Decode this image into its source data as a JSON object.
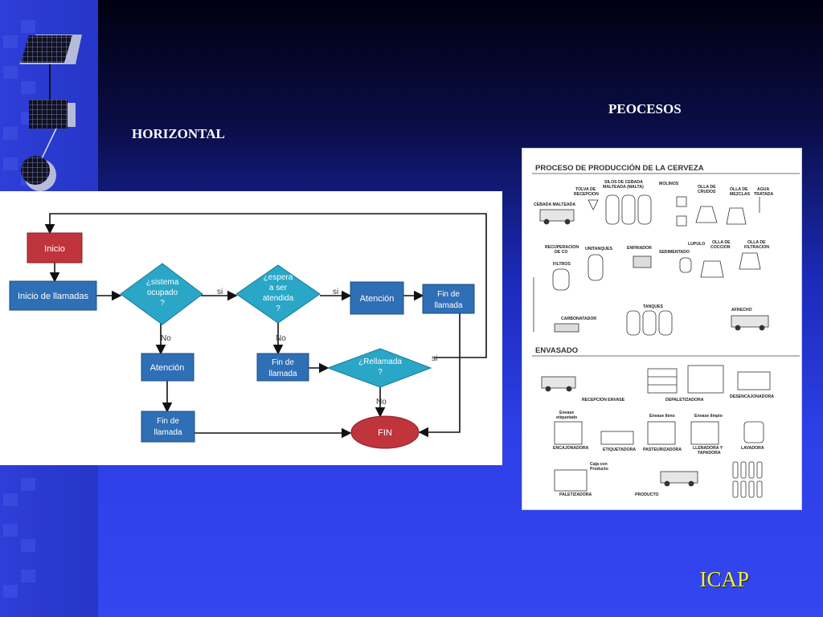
{
  "slide": {
    "title_left": "HORIZONTAL",
    "title_right": "PEOCESOS",
    "logo": "ICAP"
  },
  "flowchart": {
    "nodes": {
      "inicio": "Inicio",
      "inicio_llamadas": "Inicio de llamadas",
      "sistema_ocupado": [
        "¿sistema",
        "ocupado",
        "?"
      ],
      "espera_atendida": [
        "¿espera",
        "a ser",
        "atendida",
        "?"
      ],
      "atencion_top": "Atención",
      "fin_llamada_top": [
        "Fin de",
        "llamada"
      ],
      "atencion_left": "Atención",
      "fin_llamada_mid": [
        "Fin de",
        "llamada"
      ],
      "rellamada": [
        "¿Rellamada",
        "?"
      ],
      "fin_llamada_bottom": [
        "Fin de",
        "llamada"
      ],
      "fin": "FIN"
    },
    "edge_labels": {
      "si_1": "si",
      "si_2": "si",
      "si_3": "si",
      "no_1": "No",
      "no_2": "No",
      "no_3": "No"
    },
    "colors": {
      "red": "#c0343c",
      "blue": "#2f6fb5",
      "teal": "#2aa6c7"
    }
  },
  "process": {
    "header_production": "PROCESO DE PRODUCCIÓN DE LA CERVEZA",
    "header_envasado": "ENVASADO",
    "production_labels": {
      "cebada": "CEBADA MALTEADA",
      "tolva": [
        "TOLVA DE",
        "RECEPCION"
      ],
      "silos": [
        "SILOS DE CEBADA",
        "MALTEADA (MALTA)"
      ],
      "molinos": "MOLINOS",
      "olla_crudos": [
        "OLLA DE",
        "CRUDOS"
      ],
      "olla_mezclas": [
        "OLLA DE",
        "MEZCLAS"
      ],
      "agua": [
        "AGUA",
        "TRATADA"
      ],
      "recuperacion": [
        "RECUPERACION",
        "DE CO"
      ],
      "unitanques": "UNITANQUES",
      "enfriador": "ENFRIADOR",
      "lupulo": "LUPULO",
      "olla_coccion": [
        "OLLA DE",
        "COCCION"
      ],
      "olla_filtracion": [
        "OLLA DE",
        "FILTRACION"
      ],
      "sedimentado": "SEDIMENTADO",
      "filtros": "FILTROS",
      "tanques": "TANQUES",
      "afrecho": "AFRECHO",
      "carbonatador": "CARBONATADOR"
    },
    "envasado_labels": {
      "recepcion_envase": "RECEPCION ENVASE",
      "depaletizadora": "DEPALETIZADORA",
      "desencajonadora": "DESENCAJONADORA",
      "envase_etiquetado": [
        "Envase",
        "etiquetado"
      ],
      "envase_lleno": "Envase lleno",
      "envase_limpio": "Envase limpio",
      "encajonadora": "ENCAJONADORA",
      "etiquetadora": "ETIQUETADORA",
      "pasteurizadora": "PASTEURIZADORA",
      "llenadora": [
        "LLENADORA Y",
        "TAPADORA"
      ],
      "lavadora": "LAVADORA",
      "caja_producto": [
        "Caja con",
        "Producto"
      ],
      "paletizadora": "PALETIZADORA",
      "producto": "PRODUCTO"
    }
  }
}
